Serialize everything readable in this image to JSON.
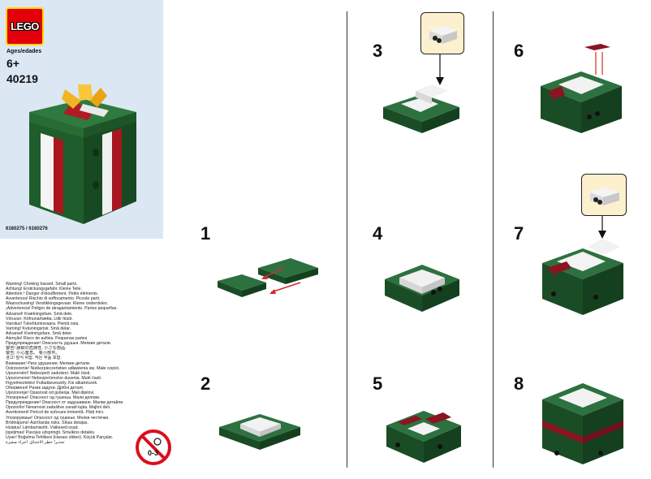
{
  "cover": {
    "brand": "LEGO",
    "ages_label": "Ages/edades",
    "age": "6+",
    "set_number": "40219",
    "codes": "6160275 / 6160276"
  },
  "warnings": [
    "Warning! Choking hazard. Small parts.",
    "Achtung! Erstickungsgefahr. Kleine Teile.",
    "Attention ! Danger d'étouffement. Petits éléments.",
    "Avvertenza! Rischio di soffocamento. Piccole parti.",
    "Waarschuwing! Verstikkingsgevaar. Kleine onderdelen.",
    "¡Advertencia! Peligro de atragantamiento. Partes pequeñas.",
    "Advarsel! Kvælningsfare. Små dele.",
    "Vöruvun: Köfnunarhætta. Litlir hlutir.",
    "Varoitus! Tukehtumisvaara. Pieniä osia.",
    "Varning! Kvävningsrisk. Små delar.",
    "Advarsel! Kvelningsfare. Små deler.",
    "Atenção! Risco de asfixia. Pequenas partes",
    "Предупреждение! Опасность удушья. Мелкие детали.",
    "警告! 誤飲の危険性. 小さな部品.",
    "警告: 小心窒息。 有小部件。",
    "경고! 질식 위험. 작은 부품 포함.",
    "Внимание! Риск удушения. Мелкие детали.",
    "Ostrzeżenie! Niebezpieczeństwo udławienia się. Małe części.",
    "Upozornění! Nebezpečí zadušení. Malé části.",
    "Upozornenie! Nebezpečenstvo dusenia. Malé časti.",
    "Figyelmeztetés! Fulladásveszély. Kis alkatrészek.",
    "Оберменні! Ризик задухи. Дрібні деталі.",
    "Upozorenje! Opasnost od gušenja. Mali dijelovi.",
    "Упозорење! Опасност од гушења. Мали делови.",
    "Предупреждение! Опасност от задушаване. Малки детайли.",
    "Opozorilo! Nevarnost zadušitve zaradi tujka. Majhni deli.",
    "Avertisment! Pericol de sufocare iminentă. Părți mici.",
    "Упозорување! Опасност од гушење. Мелки честички.",
    "Brīdinājums! Aizrīšanās risks. Sīkas detaļas.",
    "Hoiatus! Lämbumisoht. Väikesed osad.",
    "Įspėjimas! Pavojus užspringti. Smulkios detalės.",
    "Uyarı! Boğulma Tehlikesi (Havası zikten). Küçük Parçalar.",
    "تحذير! خطر الاختناق. أجزاء صغيرة"
  ],
  "age_warning": "0-3",
  "steps": [
    "1",
    "2",
    "3",
    "4",
    "5",
    "6",
    "7",
    "8"
  ]
}
